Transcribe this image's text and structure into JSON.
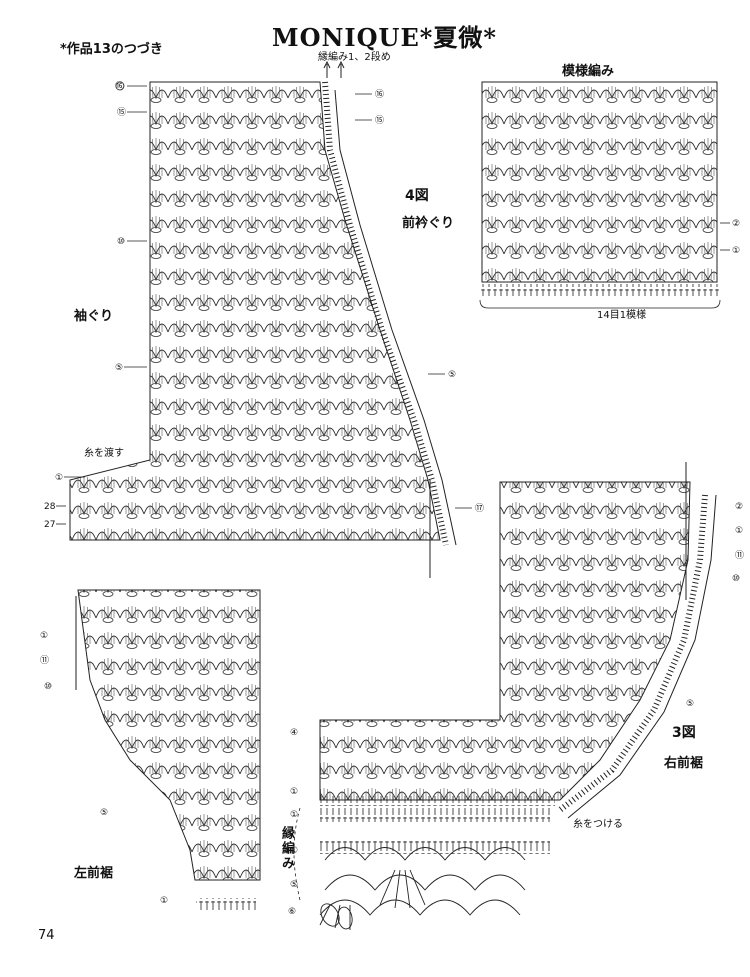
{
  "title": "MONIQUE*夏微*",
  "subtitle": "*作品13のつづき",
  "page_number": "74",
  "labels": {
    "edge_rows_note": "縁編み1、2段め",
    "fig4": "4図",
    "front_neck": "前衿ぐり",
    "pattern_stitch": "模様編み",
    "repeat_note": "14目1模様",
    "armhole": "袖ぐり",
    "pass_yarn": "糸を渡す",
    "fig3": "3図",
    "right_front_hem": "右前裾",
    "attach_yarn": "糸をつける",
    "edging": "縁編み",
    "left_front_hem": "左前裾"
  },
  "row_markers": {
    "fig4_left": [
      "16",
      "15",
      "10",
      "5",
      "1",
      "28",
      "27"
    ],
    "fig4_right": [
      "16",
      "15",
      "5",
      "17"
    ],
    "pattern": [
      "2",
      "1"
    ],
    "left_hem": [
      "1",
      "11",
      "10",
      "5",
      "1"
    ],
    "right_hem_top": [
      "2",
      "1",
      "11",
      "10",
      "5"
    ],
    "right_hem_bottom": [
      "4",
      "1"
    ],
    "edging": [
      "1",
      "1",
      "5",
      "6"
    ]
  }
}
